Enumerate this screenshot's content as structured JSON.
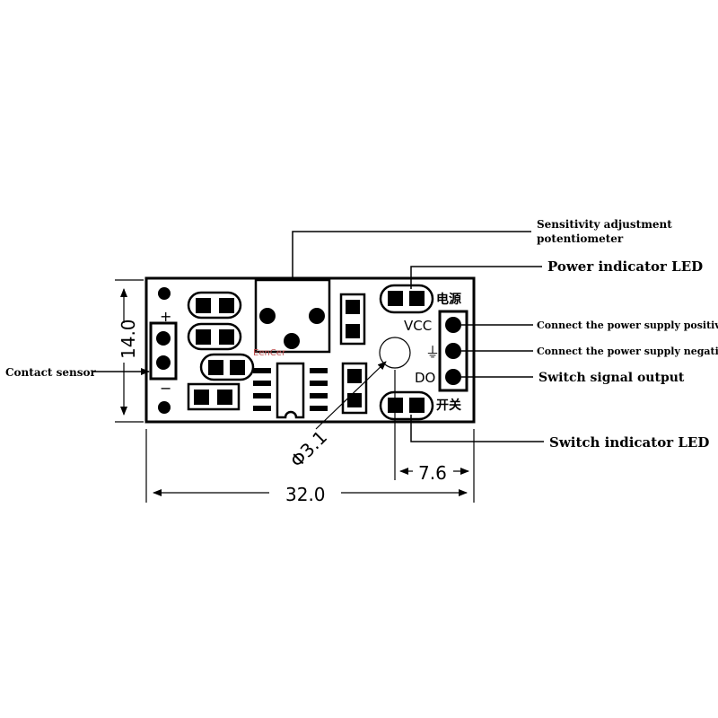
{
  "labels": {
    "potentiometer_line1": "Sensitivity adjustment",
    "potentiometer_line2": "potentiometer",
    "power_led": "Power indicator LED",
    "vcc_pin": "Connect the power supply positive",
    "gnd_pin": "Connect the power supply negative",
    "signal_pin": "Switch signal output",
    "switch_led": "Switch indicator LED",
    "contact_sensor": "Contact sensor"
  },
  "board": {
    "power_cn": "电源",
    "switch_cn": "开关",
    "vcc": "VCC",
    "gnd_symbol": "⏚",
    "do": "DO",
    "plus": "+",
    "minus": "−",
    "watermark": "EenCer"
  },
  "dimensions": {
    "height": "14.0",
    "width": "32.0",
    "hole": "Φ3.1",
    "offset": "7.6"
  }
}
